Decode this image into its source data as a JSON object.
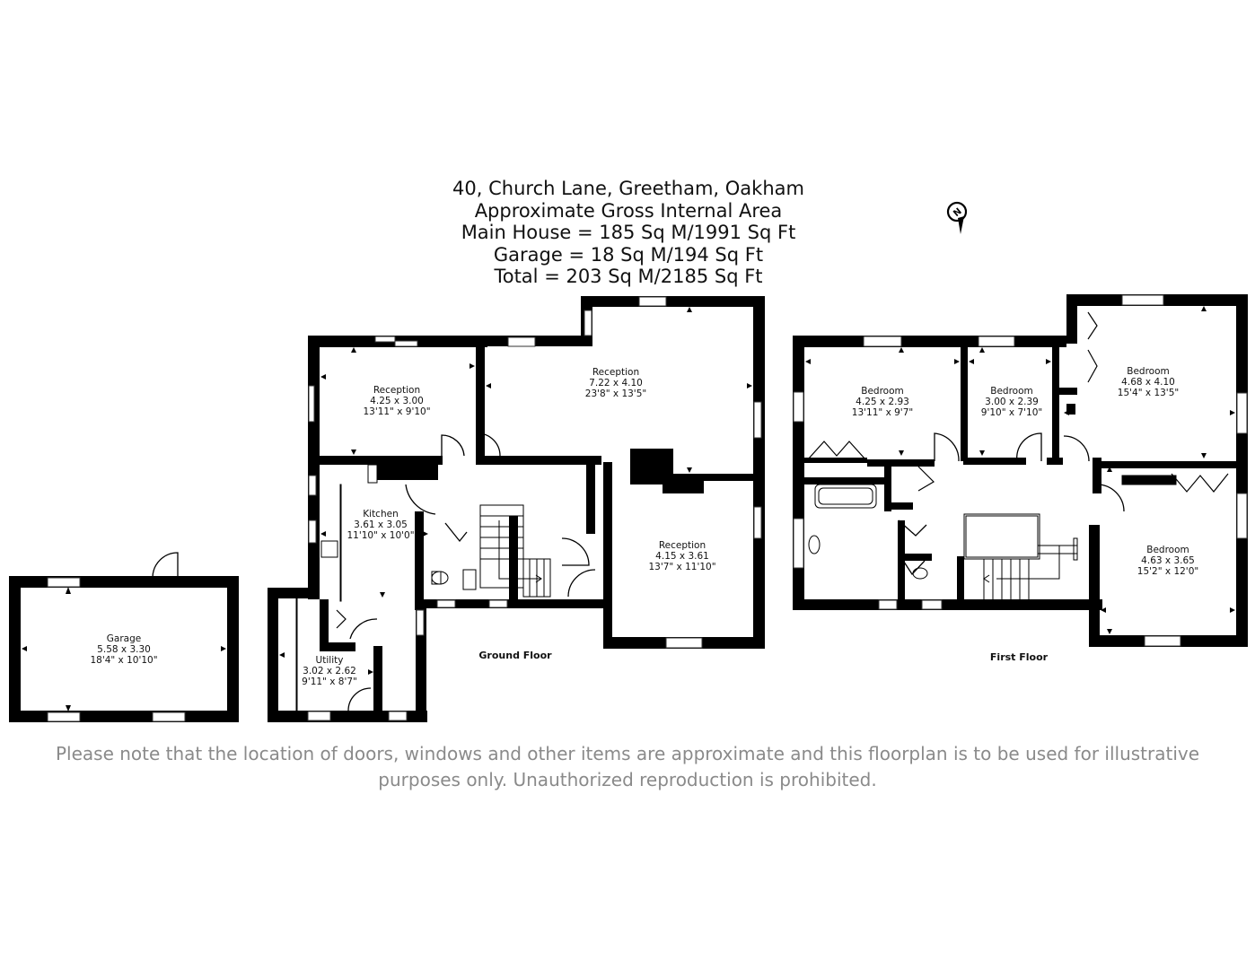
{
  "header": {
    "address": "40, Church Lane, Greetham, Oakham",
    "subtitle": "Approximate Gross Internal Area",
    "main_house": "Main House = 185 Sq M/1991 Sq Ft",
    "garage": "Garage = 18 Sq M/194 Sq Ft",
    "total": "Total = 203 Sq M/2185 Sq Ft"
  },
  "compass": {
    "icon": "north-arrow-icon",
    "letter": "N"
  },
  "floors": {
    "ground": {
      "label": "Ground Floor",
      "rooms": [
        {
          "name": "Reception",
          "metric": "4.25 x 3.00",
          "imperial": "13'11\" x 9'10\""
        },
        {
          "name": "Reception",
          "metric": "7.22 x 4.10",
          "imperial": "23'8\" x 13'5\""
        },
        {
          "name": "Kitchen",
          "metric": "3.61 x 3.05",
          "imperial": "11'10\" x 10'0\""
        },
        {
          "name": "Reception",
          "metric": "4.15 x 3.61",
          "imperial": "13'7\" x 11'10\""
        },
        {
          "name": "Utility",
          "metric": "3.02 x 2.62",
          "imperial": "9'11\" x 8'7\""
        },
        {
          "name": "Garage",
          "metric": "5.58 x 3.30",
          "imperial": "18'4\" x 10'10\""
        }
      ]
    },
    "first": {
      "label": "First Floor",
      "rooms": [
        {
          "name": "Bedroom",
          "metric": "4.25 x 2.93",
          "imperial": "13'11\" x 9'7\""
        },
        {
          "name": "Bedroom",
          "metric": "3.00 x 2.39",
          "imperial": "9'10\" x 7'10\""
        },
        {
          "name": "Bedroom",
          "metric": "4.68 x 4.10",
          "imperial": "15'4\" x 13'5\""
        },
        {
          "name": "Bedroom",
          "metric": "4.63 x 3.65",
          "imperial": "15'2\" x 12'0\""
        }
      ]
    }
  },
  "disclaimer": {
    "line1": "Please note that the location of doors, windows and other items are approximate and this floorplan is to be used for illustrative",
    "line2": "purposes only. Unauthorized reproduction is prohibited."
  },
  "colors": {
    "wall": "#000000",
    "text": "#111111",
    "disclaimer": "#8a8a8a",
    "background": "#ffffff"
  }
}
